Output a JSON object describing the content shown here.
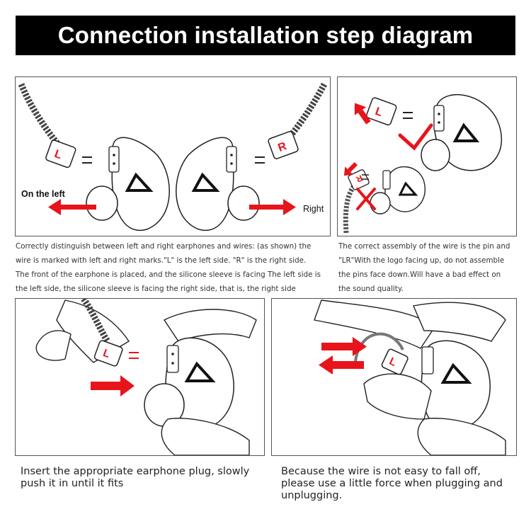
{
  "title": "Connection installation step diagram",
  "panel1": {
    "left_label": "On the left",
    "right_label": "Right",
    "mark_left": "L",
    "mark_right": "R"
  },
  "panel2": {
    "mark_left": "L",
    "mark_right": "R"
  },
  "panel3": {
    "mark": "L"
  },
  "panel4": {
    "mark": "L"
  },
  "captions": {
    "c1_lines": [
      "Correctly distinguish between left and right earphones and wires: (as shown) the",
      "wire is marked with left and right marks.\"L\" is the left side. \"R\" is the right side.",
      "The front of the earphone is placed, and the silicone sleeve is facing The left side is",
      "the left side, the silicone sleeve is facing the right side, that is, the right side"
    ],
    "c2_lines": [
      "The correct assembly of the wire is the pin and",
      "\"LR\"With the logo facing up, do not assemble",
      "the pins face down.Will have a bad effect on",
      "the sound quality."
    ],
    "c3_lines": [
      "Insert the appropriate earphone plug, slowly",
      "push it in until it fits"
    ],
    "c4_lines": [
      "Because the wire is not easy to fall off,",
      "please use a little force when plugging and",
      "unplugging."
    ]
  },
  "colors": {
    "arrow": "#e8141b",
    "outline": "#222222",
    "banner": "#000000"
  }
}
